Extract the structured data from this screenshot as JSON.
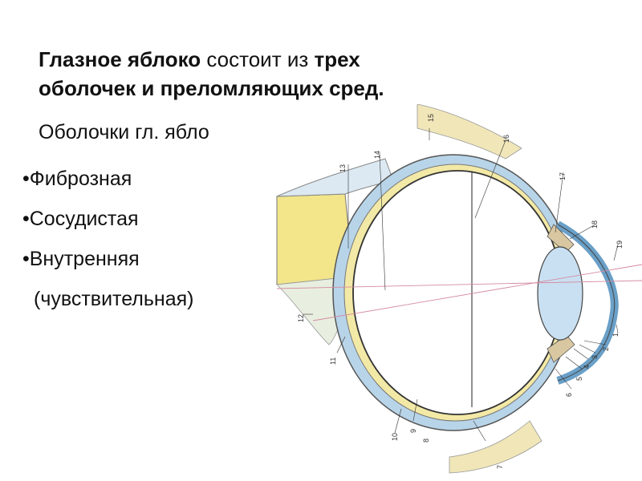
{
  "title": {
    "part1": "Глазное яблоко",
    "part2": " состоит из ",
    "part3": "трех",
    "part4": "оболочек и преломляющих сред."
  },
  "subtitle": "Оболочки гл. ябло",
  "bullets": [
    "•Фиброзная",
    "•Сосудистая",
    "•Внутренняя",
    "(чувствительная)"
  ],
  "diagram_labels": [
    "1",
    "2",
    "3",
    "4",
    "5",
    "6",
    "7",
    "8",
    "9",
    "10",
    "11",
    "12",
    "13",
    "14",
    "15",
    "16",
    "17",
    "18",
    "19"
  ],
  "colors": {
    "sclera": "#b8d4e8",
    "choroid": "#f3e9a6",
    "lens": "#c9e0f2",
    "muscle": "#f2e58a",
    "lines": "#222222"
  }
}
